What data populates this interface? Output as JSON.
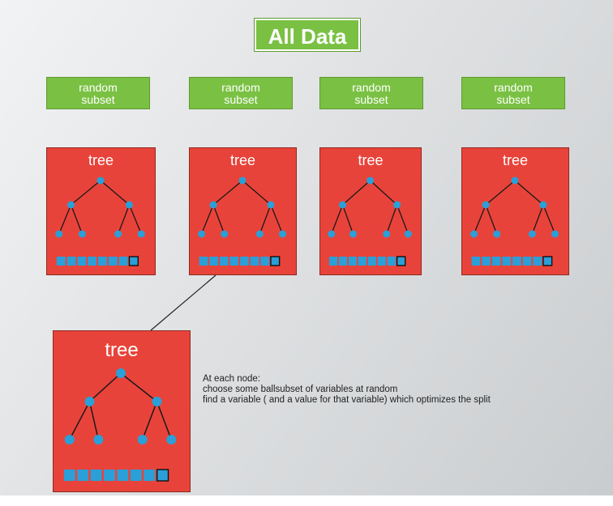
{
  "header": {
    "title": "All Data"
  },
  "subsets": [
    {
      "line1": "random",
      "line2": "subset"
    },
    {
      "line1": "random",
      "line2": "subset"
    },
    {
      "line1": "random",
      "line2": "subset"
    },
    {
      "line1": "random",
      "line2": "subset"
    }
  ],
  "trees": [
    {
      "label": "tree"
    },
    {
      "label": "tree"
    },
    {
      "label": "tree"
    },
    {
      "label": "tree"
    }
  ],
  "detail_tree": {
    "label": "tree"
  },
  "note": {
    "line1": "At each node:",
    "line2": "choose some ballsubset of variables at random",
    "line3": "find a variable ( and a value for that variable) which optimizes the split"
  },
  "colors": {
    "node": "#2a9fd8",
    "edge": "#1a1a1a",
    "square": "#2a9fd8",
    "square_last": "#1e4f7a",
    "card": "#e8433a",
    "green": "#7ac143"
  }
}
